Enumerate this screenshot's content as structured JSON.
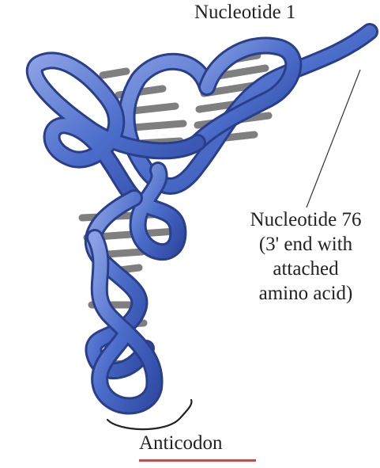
{
  "labels": {
    "nucleotide_1": "Nucleotide 1",
    "nucleotide_76": [
      "Nucleotide 76",
      "(3' end with",
      "attached",
      "amino acid)"
    ],
    "anticodon": "Anticodon"
  },
  "colors": {
    "ribbon": "#4a6cc9",
    "ribbon_dark": "#2a3f8a",
    "ribbon_light": "#93a8e6",
    "base_pair": "#8e8e8e",
    "base_pair_edge": "#5f5f5f",
    "underline": "#c0504d",
    "text": "#222222"
  }
}
